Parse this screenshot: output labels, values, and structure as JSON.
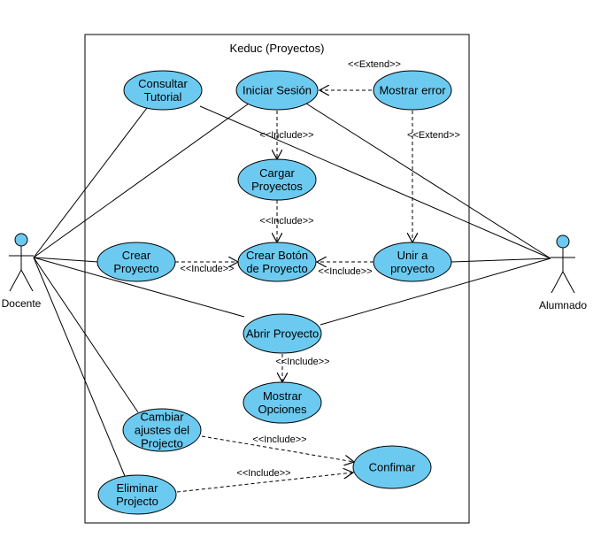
{
  "diagram": {
    "system_title": "Keduc (Proyectos)",
    "actors": [
      {
        "id": "docente",
        "name": "Docente"
      },
      {
        "id": "alumnado",
        "name": "Alumnado"
      }
    ],
    "use_cases": [
      {
        "id": "consultar_tutorial",
        "lines": [
          "Consultar",
          "Tutorial"
        ]
      },
      {
        "id": "iniciar_sesion",
        "lines": [
          "Iniciar Sesión"
        ]
      },
      {
        "id": "mostrar_error",
        "lines": [
          "Mostrar error"
        ]
      },
      {
        "id": "cargar_proyectos",
        "lines": [
          "Cargar",
          "Proyectos"
        ]
      },
      {
        "id": "crear_proyecto",
        "lines": [
          "Crear",
          "Proyecto"
        ]
      },
      {
        "id": "crear_boton",
        "lines": [
          "Crear Botón",
          "de Proyecto"
        ]
      },
      {
        "id": "unir_proyecto",
        "lines": [
          "Unir a",
          "proyecto"
        ]
      },
      {
        "id": "abrir_proyecto",
        "lines": [
          "Abrir Proyecto"
        ]
      },
      {
        "id": "mostrar_opciones",
        "lines": [
          "Mostrar",
          "Opciones"
        ]
      },
      {
        "id": "cambiar_ajustes",
        "lines": [
          "Cambiar",
          "ajustes del",
          "Projecto"
        ]
      },
      {
        "id": "eliminar_projecto",
        "lines": [
          "Eliminar",
          "Projecto"
        ]
      },
      {
        "id": "confimar",
        "lines": [
          "Confimar"
        ]
      }
    ],
    "relations": [
      {
        "from": "mostrar_error",
        "to": "iniciar_sesion",
        "label": "<<Extend>>"
      },
      {
        "from": "iniciar_sesion",
        "to": "cargar_proyectos",
        "label": "<<Include>>"
      },
      {
        "from": "mostrar_error",
        "to": "unir_proyecto",
        "label": "<<Extend>>"
      },
      {
        "from": "cargar_proyectos",
        "to": "crear_boton",
        "label": "<<Include>>"
      },
      {
        "from": "crear_proyecto",
        "to": "crear_boton",
        "label": "<<Include>>"
      },
      {
        "from": "unir_proyecto",
        "to": "crear_boton",
        "label": "<<Include>>"
      },
      {
        "from": "abrir_proyecto",
        "to": "mostrar_opciones",
        "label": "<<Include>>"
      },
      {
        "from": "cambiar_ajustes",
        "to": "confimar",
        "label": "<<Include>>"
      },
      {
        "from": "eliminar_projecto",
        "to": "confimar",
        "label": "<<Include>>"
      }
    ],
    "associations": [
      {
        "actor": "docente",
        "use_case": "consultar_tutorial"
      },
      {
        "actor": "docente",
        "use_case": "iniciar_sesion"
      },
      {
        "actor": "docente",
        "use_case": "crear_proyecto"
      },
      {
        "actor": "docente",
        "use_case": "abrir_proyecto"
      },
      {
        "actor": "docente",
        "use_case": "cambiar_ajustes"
      },
      {
        "actor": "docente",
        "use_case": "eliminar_projecto"
      },
      {
        "actor": "alumnado",
        "use_case": "consultar_tutorial"
      },
      {
        "actor": "alumnado",
        "use_case": "iniciar_sesion"
      },
      {
        "actor": "alumnado",
        "use_case": "unir_proyecto"
      },
      {
        "actor": "alumnado",
        "use_case": "abrir_proyecto"
      }
    ],
    "colors": {
      "use_case_fill": "#6ccaf0",
      "stroke": "#000000",
      "text": "#000000"
    }
  }
}
